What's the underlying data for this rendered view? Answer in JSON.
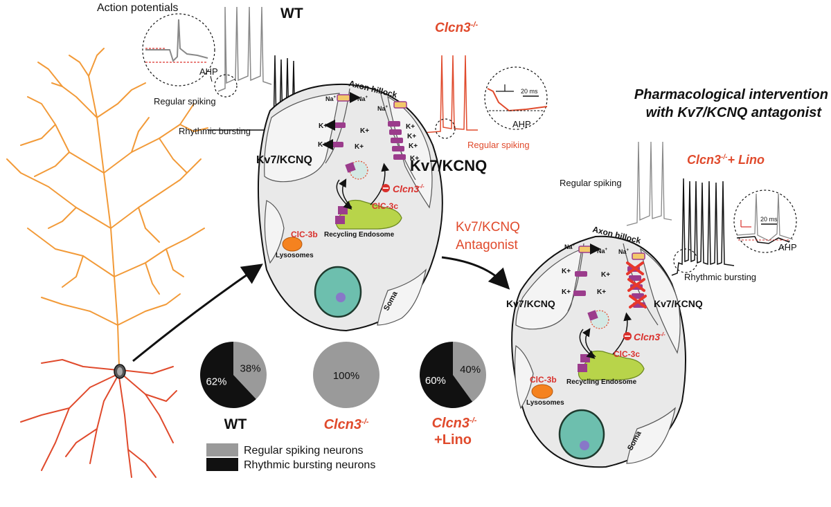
{
  "colors": {
    "red": "#e04a2c",
    "orange": "#f29a38",
    "cell": "#e9e9e9",
    "gray": "#9a9a9a",
    "black": "#111111",
    "purple": "#9b3c8c",
    "green": "#b8d44a",
    "teal": "#6dbfae"
  },
  "top": {
    "action_potentials": "Action potentials",
    "wt_title": "WT",
    "ahp": "AHP",
    "regular_spiking": "Regular spiking",
    "rhythmic_bursting": "Rhythmic bursting"
  },
  "ko": {
    "title_main": "Clcn3",
    "title_sup": "-/-",
    "scale": "20 ms",
    "ahp": "AHP",
    "regular_spiking": "Regular spiking"
  },
  "cell1": {
    "axon_hillock": "Axon hillock",
    "na": "Na",
    "na_sup": "+",
    "k": "K+",
    "kv_left": "Kv7/KCNQ",
    "kv_right": "Kv7/KCNQ",
    "clcn3": "Clcn3",
    "clcn3_sup": "-/-",
    "clc3c": "ClC-3c",
    "recycling": "Recycling Endosome",
    "clc3b": "ClC-3b",
    "lysosomes": "Lysosomes",
    "soma": "Soma"
  },
  "antagonist": {
    "line1": "Kv7/KCNQ",
    "line2": "Antagonist"
  },
  "pharm": {
    "line1": "Pharmacological intervention",
    "line2": "with Kv7/KCNQ antagonist",
    "regular_spiking": "Regular spiking",
    "lino_main": "Clcn3",
    "lino_sup": "-/-",
    "lino_suffix": "+ Lino",
    "scale": "20 ms",
    "ahp": "AHP",
    "rhythmic_bursting": "Rhythmic bursting"
  },
  "cell2": {
    "axon_hillock": "Axon hillock",
    "na": "Na",
    "na_sup": "+",
    "k": "K+",
    "kv_left": "Kv7/KCNQ",
    "kv_right": "Kv7/KCNQ",
    "clcn3": "Clcn3",
    "clcn3_sup": "-/-",
    "clc3c": "ClC-3c",
    "recycling": "Recycling Endosome",
    "clc3b": "ClC-3b",
    "lysosomes": "Lysosomes",
    "soma": "Soma"
  },
  "pies": [
    {
      "label_main": "WT",
      "label_sup": "",
      "label_line2": "",
      "rhythmic_pct": 62,
      "regular_pct": 38,
      "rhythmic_label": "62%",
      "regular_label": "38%"
    },
    {
      "label_main": "Clcn3",
      "label_sup": "-/-",
      "label_line2": "",
      "rhythmic_pct": 0,
      "regular_pct": 100,
      "rhythmic_label": "",
      "regular_label": "100%"
    },
    {
      "label_main": "Clcn3",
      "label_sup": "-/-",
      "label_line2": "+Lino",
      "rhythmic_pct": 60,
      "regular_pct": 40,
      "rhythmic_label": "60%",
      "regular_label": "40%"
    }
  ],
  "legend": {
    "regular": "Regular spiking neurons",
    "rhythmic": "Rhythmic bursting neurons"
  }
}
